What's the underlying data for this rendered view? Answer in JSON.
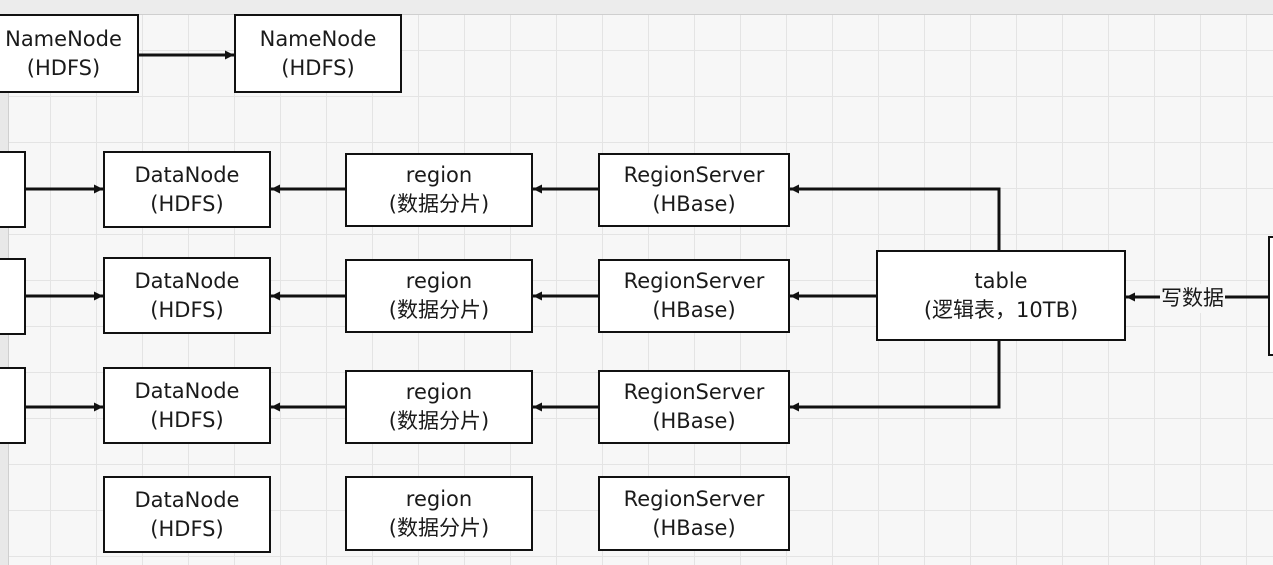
{
  "namenodes": [
    {
      "id": "nn-left",
      "name": "NameNode",
      "sub": "(HDFS)"
    },
    {
      "id": "nn-right",
      "name": "NameNode",
      "sub": "(HDFS)"
    }
  ],
  "rows": [
    {
      "datanode": {
        "name": "DataNode",
        "sub": "(HDFS)"
      },
      "region": {
        "name": "region",
        "sub": "(数据分片)"
      },
      "regionserver": {
        "name": "RegionServer",
        "sub": "(HBase)"
      }
    },
    {
      "datanode": {
        "name": "DataNode",
        "sub": "(HDFS)"
      },
      "region": {
        "name": "region",
        "sub": "(数据分片)"
      },
      "regionserver": {
        "name": "RegionServer",
        "sub": "(HBase)"
      }
    },
    {
      "datanode": {
        "name": "DataNode",
        "sub": "(HDFS)"
      },
      "region": {
        "name": "region",
        "sub": "(数据分片)"
      },
      "regionserver": {
        "name": "RegionServer",
        "sub": "(HBase)"
      }
    },
    {
      "datanode": {
        "name": "DataNode",
        "sub": "(HDFS)"
      },
      "region": {
        "name": "region",
        "sub": "(数据分片)"
      },
      "regionserver": {
        "name": "RegionServer",
        "sub": "(HBase)"
      }
    }
  ],
  "table": {
    "name": "table",
    "sub": "(逻辑表，10TB)"
  },
  "write_label": "写数据",
  "colors": {
    "line": "#111111",
    "box_fill": "#ffffff",
    "grid": "#e4e4e4",
    "background": "#f7f7f7"
  }
}
